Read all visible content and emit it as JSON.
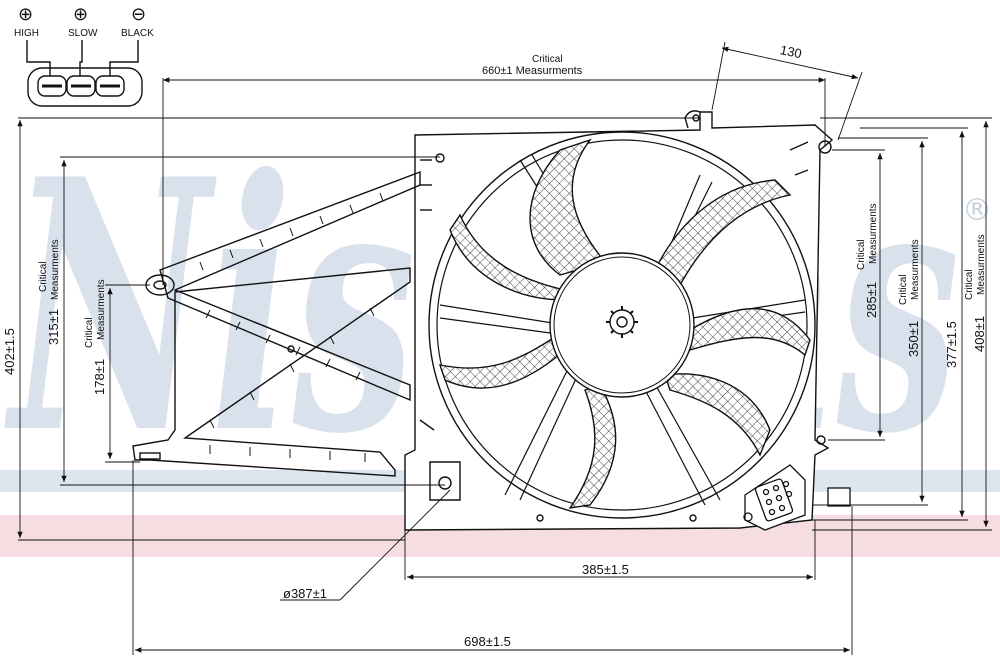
{
  "brand": {
    "watermark": "Nissens",
    "registered_mark": "®"
  },
  "connector": {
    "pins": [
      {
        "symbol": "⊕",
        "label": "HIGH"
      },
      {
        "symbol": "⊕",
        "label": "SLOW"
      },
      {
        "symbol": "⊖",
        "label": "BLACK"
      }
    ]
  },
  "dimensions": {
    "top_critical_caption": "Critical",
    "top_critical_value": "660±1 Measurments",
    "offset_top": "130",
    "left_overall": "402±1.5",
    "left_315_caption": "Critical",
    "left_315_sub": "Measurments",
    "left_315_value": "315±1",
    "left_178_caption": "Critical",
    "left_178_sub": "Measurments",
    "left_178_value": "178±1",
    "right_285_caption": "Critical",
    "right_285_sub": "Measurments",
    "right_285_value": "285±1",
    "right_350_caption": "Critical",
    "right_350_sub": "Measurments",
    "right_350_value": "350±1",
    "right_377": "377±1.5",
    "right_408_caption": "Critical",
    "right_408_sub": "Measurments",
    "right_408_value": "408±1",
    "bottom_385": "385±1.5",
    "diameter": "ø387±1",
    "bottom_698": "698±1.5"
  },
  "colors": {
    "watermark_blue": "#d9e2ec",
    "watermark_pink": "#f3d6dc",
    "line": "#111111"
  }
}
